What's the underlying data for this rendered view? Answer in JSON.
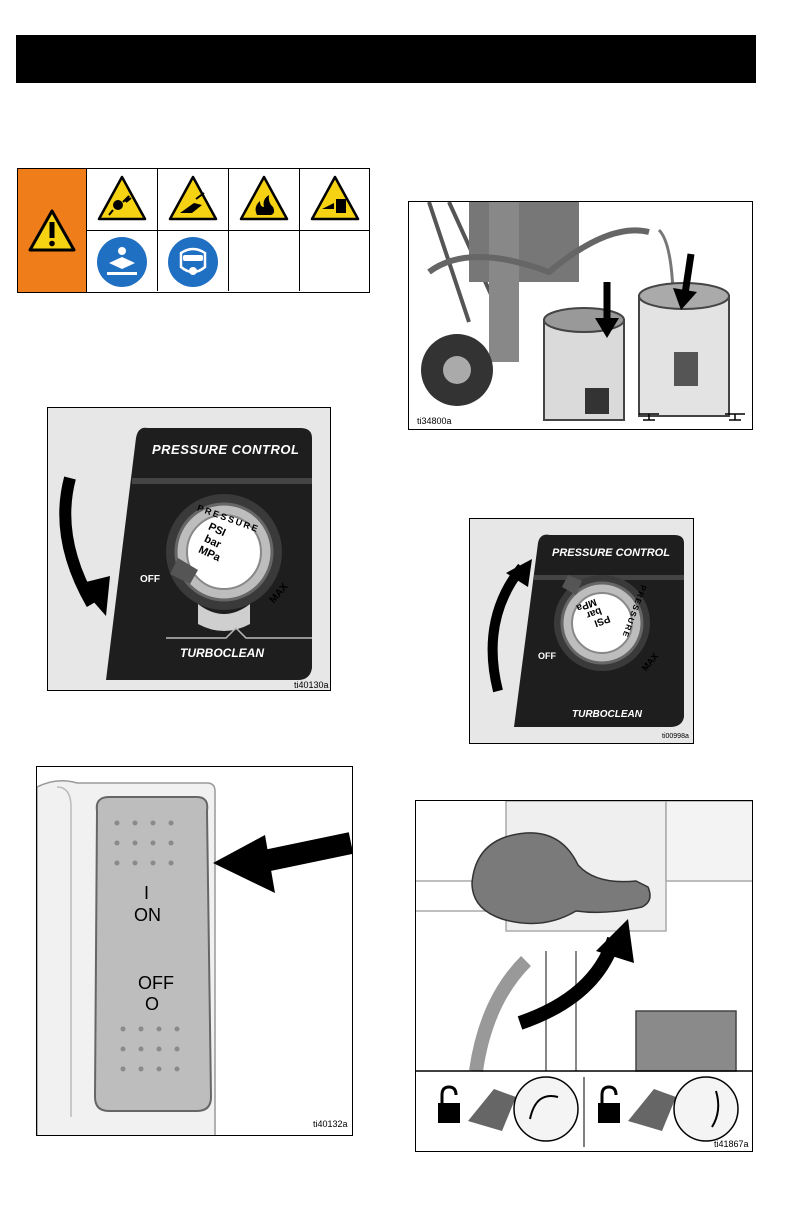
{
  "page": {
    "header_bar": ""
  },
  "warning_icons": {
    "row1": [
      "electric-shock-warning-icon",
      "skin-injection-warning-icon",
      "fire-explosion-warning-icon",
      "moving-parts-warning-icon"
    ],
    "row2": [
      "read-manual-icon",
      "wear-protective-equipment-icon"
    ]
  },
  "figures": {
    "pressure_off": {
      "caption": "ti40130a",
      "panel_title": "PRESSURE CONTROL",
      "dial_ring": "PRESSURE",
      "units": [
        "PSI",
        "bar",
        "MPa"
      ],
      "off_label": "OFF",
      "max_label": "MAX",
      "brand": "TURBOCLEAN"
    },
    "pails": {
      "caption": "ti34800a"
    },
    "pressure_up": {
      "caption": "ti00998a",
      "panel_title": "PRESSURE CONTROL",
      "dial_ring": "PRESSURE",
      "units": [
        "PSI",
        "bar",
        "MPa"
      ],
      "off_label": "OFF",
      "max_label": "MAX",
      "brand": "TURBOCLEAN"
    },
    "power_switch": {
      "caption": "ti40132a",
      "on_symbol": "I",
      "on_label": "ON",
      "off_label": "OFF",
      "off_symbol": "O"
    },
    "prime_valve": {
      "caption": "ti41867a"
    }
  },
  "colors": {
    "warning_orange": "#ee7d1a",
    "mandatory_blue": "#1f6fc2",
    "hazard_yellow": "#f6d312"
  }
}
